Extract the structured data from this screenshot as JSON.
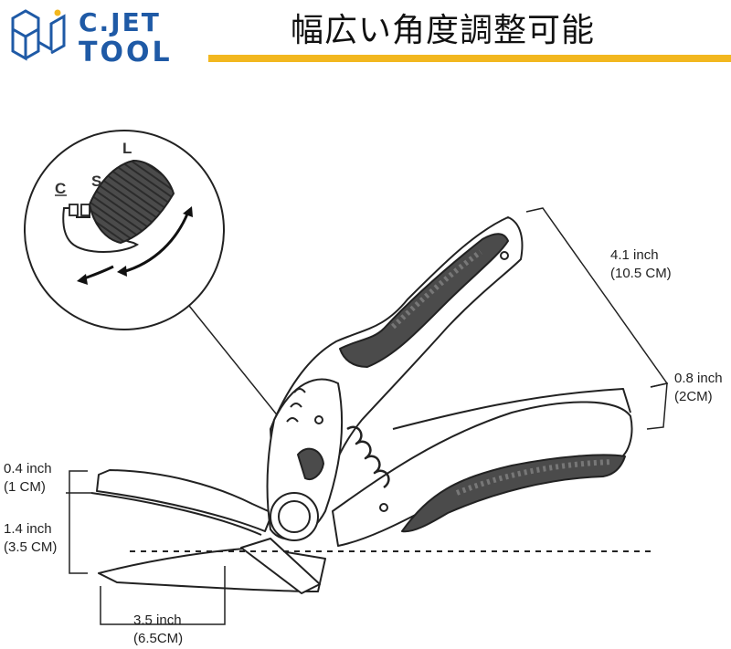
{
  "brand": {
    "name_line1": "C.JET",
    "name_line2": "TOOL",
    "colors": {
      "primary": "#1f5aa6",
      "accent": "#f2b71f"
    }
  },
  "header": {
    "title": "幅広い角度調整可能"
  },
  "dial": {
    "labels": [
      "C",
      "S",
      "L"
    ],
    "icons": [
      "rotate-arrow-icon"
    ]
  },
  "dimensions": {
    "handle_length": {
      "inch": "4.1 inch",
      "cm": "(10.5 CM)"
    },
    "handle_opening": {
      "inch": "0.8 inch",
      "cm": "(2CM)"
    },
    "blade_gap": {
      "inch": "0.4 inch",
      "cm": "(1 CM)"
    },
    "blade_opening": {
      "inch": "1.4 inch",
      "cm": "(3.5 CM)"
    },
    "blade_length": {
      "inch": "3.5 inch",
      "cm": "(6.5CM)"
    }
  }
}
